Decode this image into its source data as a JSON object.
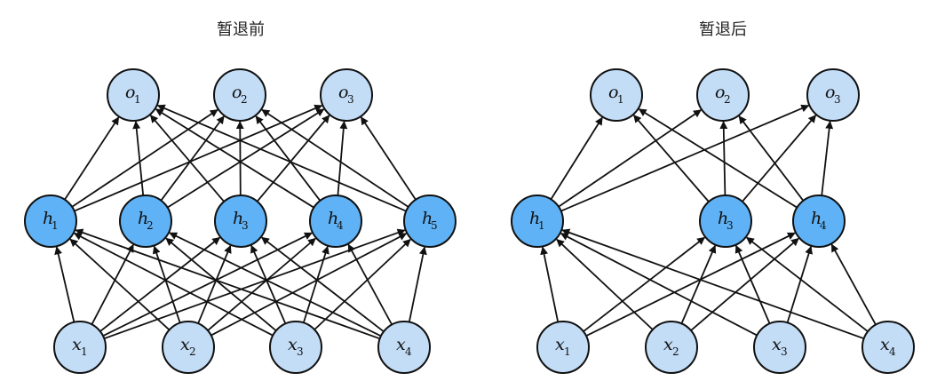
{
  "diagrams": [
    {
      "id": "before",
      "title": "暂退前",
      "nodes": [
        {
          "id": "o1",
          "var": "o",
          "sub": "1",
          "kind": "output"
        },
        {
          "id": "o2",
          "var": "o",
          "sub": "2",
          "kind": "output"
        },
        {
          "id": "o3",
          "var": "o",
          "sub": "3",
          "kind": "output"
        },
        {
          "id": "h1",
          "var": "h",
          "sub": "1",
          "kind": "hidden"
        },
        {
          "id": "h2",
          "var": "h",
          "sub": "2",
          "kind": "hidden"
        },
        {
          "id": "h3",
          "var": "h",
          "sub": "3",
          "kind": "hidden"
        },
        {
          "id": "h4",
          "var": "h",
          "sub": "4",
          "kind": "hidden"
        },
        {
          "id": "h5",
          "var": "h",
          "sub": "5",
          "kind": "hidden"
        },
        {
          "id": "x1",
          "var": "x",
          "sub": "1",
          "kind": "input"
        },
        {
          "id": "x2",
          "var": "x",
          "sub": "2",
          "kind": "input"
        },
        {
          "id": "x3",
          "var": "x",
          "sub": "3",
          "kind": "input"
        },
        {
          "id": "x4",
          "var": "x",
          "sub": "4",
          "kind": "input"
        }
      ],
      "hidden_to_output": [
        [
          "h1",
          "h2",
          "h3",
          "h4",
          "h5"
        ],
        [
          "o1",
          "o2",
          "o3"
        ]
      ],
      "input_to_hidden": [
        [
          "x1",
          "x2",
          "x3",
          "x4"
        ],
        [
          "h1",
          "h2",
          "h3",
          "h4",
          "h5"
        ]
      ]
    },
    {
      "id": "after",
      "title": "暂退后",
      "nodes": [
        {
          "id": "o1",
          "var": "o",
          "sub": "1",
          "kind": "output"
        },
        {
          "id": "o2",
          "var": "o",
          "sub": "2",
          "kind": "output"
        },
        {
          "id": "o3",
          "var": "o",
          "sub": "3",
          "kind": "output"
        },
        {
          "id": "h1",
          "var": "h",
          "sub": "1",
          "kind": "hidden"
        },
        {
          "id": "h3",
          "var": "h",
          "sub": "3",
          "kind": "hidden"
        },
        {
          "id": "h4",
          "var": "h",
          "sub": "4",
          "kind": "hidden"
        },
        {
          "id": "x1",
          "var": "x",
          "sub": "1",
          "kind": "input"
        },
        {
          "id": "x2",
          "var": "x",
          "sub": "2",
          "kind": "input"
        },
        {
          "id": "x3",
          "var": "x",
          "sub": "3",
          "kind": "input"
        },
        {
          "id": "x4",
          "var": "x",
          "sub": "4",
          "kind": "input"
        }
      ],
      "hidden_to_output": [
        [
          "h1",
          "h3",
          "h4"
        ],
        [
          "o1",
          "o2",
          "o3"
        ]
      ],
      "input_to_hidden": [
        [
          "x1",
          "x2",
          "x3",
          "x4"
        ],
        [
          "h1",
          "h3",
          "h4"
        ]
      ]
    }
  ],
  "colors": {
    "output_fill": "#c3ddf7",
    "hidden_fill": "#5fb2f5",
    "input_fill": "#c3ddf7",
    "stroke": "#111111",
    "edge": "#111111"
  }
}
